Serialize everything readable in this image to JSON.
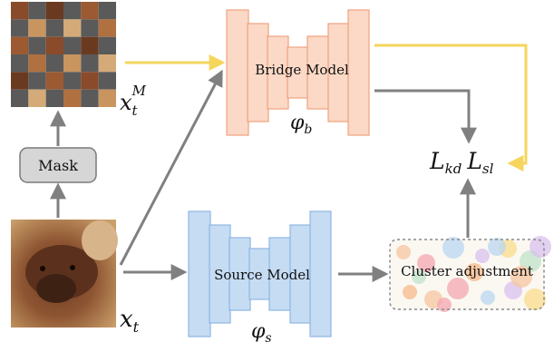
{
  "bridge": {
    "label": "Bridge Model",
    "param": "φ",
    "param_sub": "b"
  },
  "source": {
    "label": "Source Model",
    "param": "φ",
    "param_sub": "s"
  },
  "mask": {
    "label": "Mask"
  },
  "cluster": {
    "label": "Cluster adjustment"
  },
  "images": {
    "masked_var": "x",
    "masked_sub": "t",
    "masked_sup": "M",
    "input_var": "x",
    "input_sub": "t"
  },
  "losses": {
    "l1": "L",
    "l1_sub": "kd",
    "l2": "L",
    "l2_sub": "sl"
  },
  "colors": {
    "bridge_fill": "#fbd9c6",
    "bridge_stroke": "#f0a27f",
    "source_fill": "#c5dcf3",
    "source_stroke": "#8fb6e3",
    "arrow_gray": "#808080",
    "arrow_yellow": "#f5d55c",
    "mask_fill": "#d6d6d6"
  }
}
